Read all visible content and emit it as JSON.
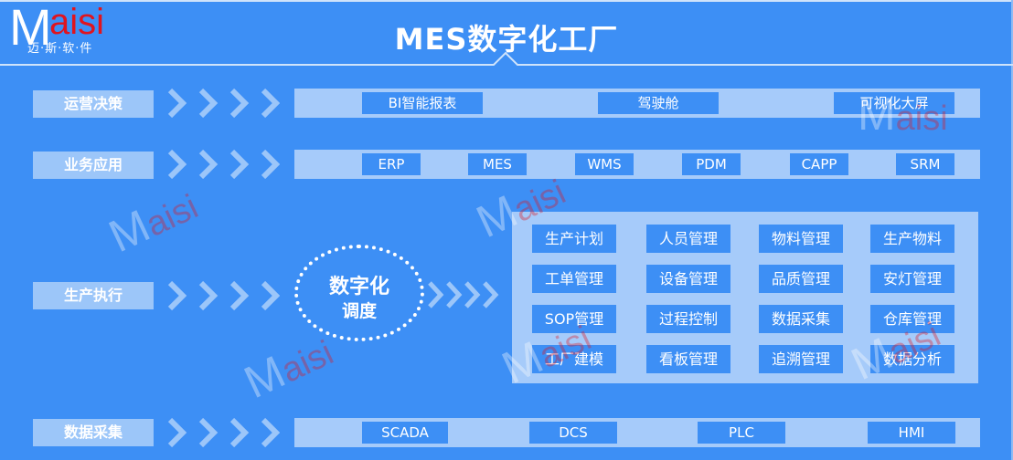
{
  "header": {
    "logo_m": "M",
    "logo_aisi": "aisi",
    "logo_sub": "迈·斯·软·件",
    "title": "MES数字化工厂"
  },
  "colors": {
    "background": "#3d8ff5",
    "panel": "#a6cbfa",
    "label_bg": "#9cc6f9",
    "chip": "#3d8ff5",
    "logo_red": "#e0141e"
  },
  "rows": {
    "decision": {
      "label": "运营决策",
      "items": [
        "BI智能报表",
        "驾驶舱",
        "可视化大屏"
      ]
    },
    "business": {
      "label": "业务应用",
      "items": [
        "ERP",
        "MES",
        "WMS",
        "PDM",
        "CAPP",
        "SRM"
      ]
    },
    "production": {
      "label": "生产执行",
      "hub_line1": "数字化",
      "hub_line2": "调度",
      "modules": [
        "生产计划",
        "人员管理",
        "物料管理",
        "生产物料",
        "工单管理",
        "设备管理",
        "品质管理",
        "安灯管理",
        "SOP管理",
        "过程控制",
        "数据采集",
        "仓库管理",
        "工厂建模",
        "看板管理",
        "追溯管理",
        "数据分析"
      ]
    },
    "data": {
      "label": "数据采集",
      "items": [
        "SCADA",
        "DCS",
        "PLC",
        "HMI"
      ]
    }
  },
  "watermark": {
    "m": "M",
    "aisi": "aisi",
    "sub": "迈·斯·软·件"
  }
}
